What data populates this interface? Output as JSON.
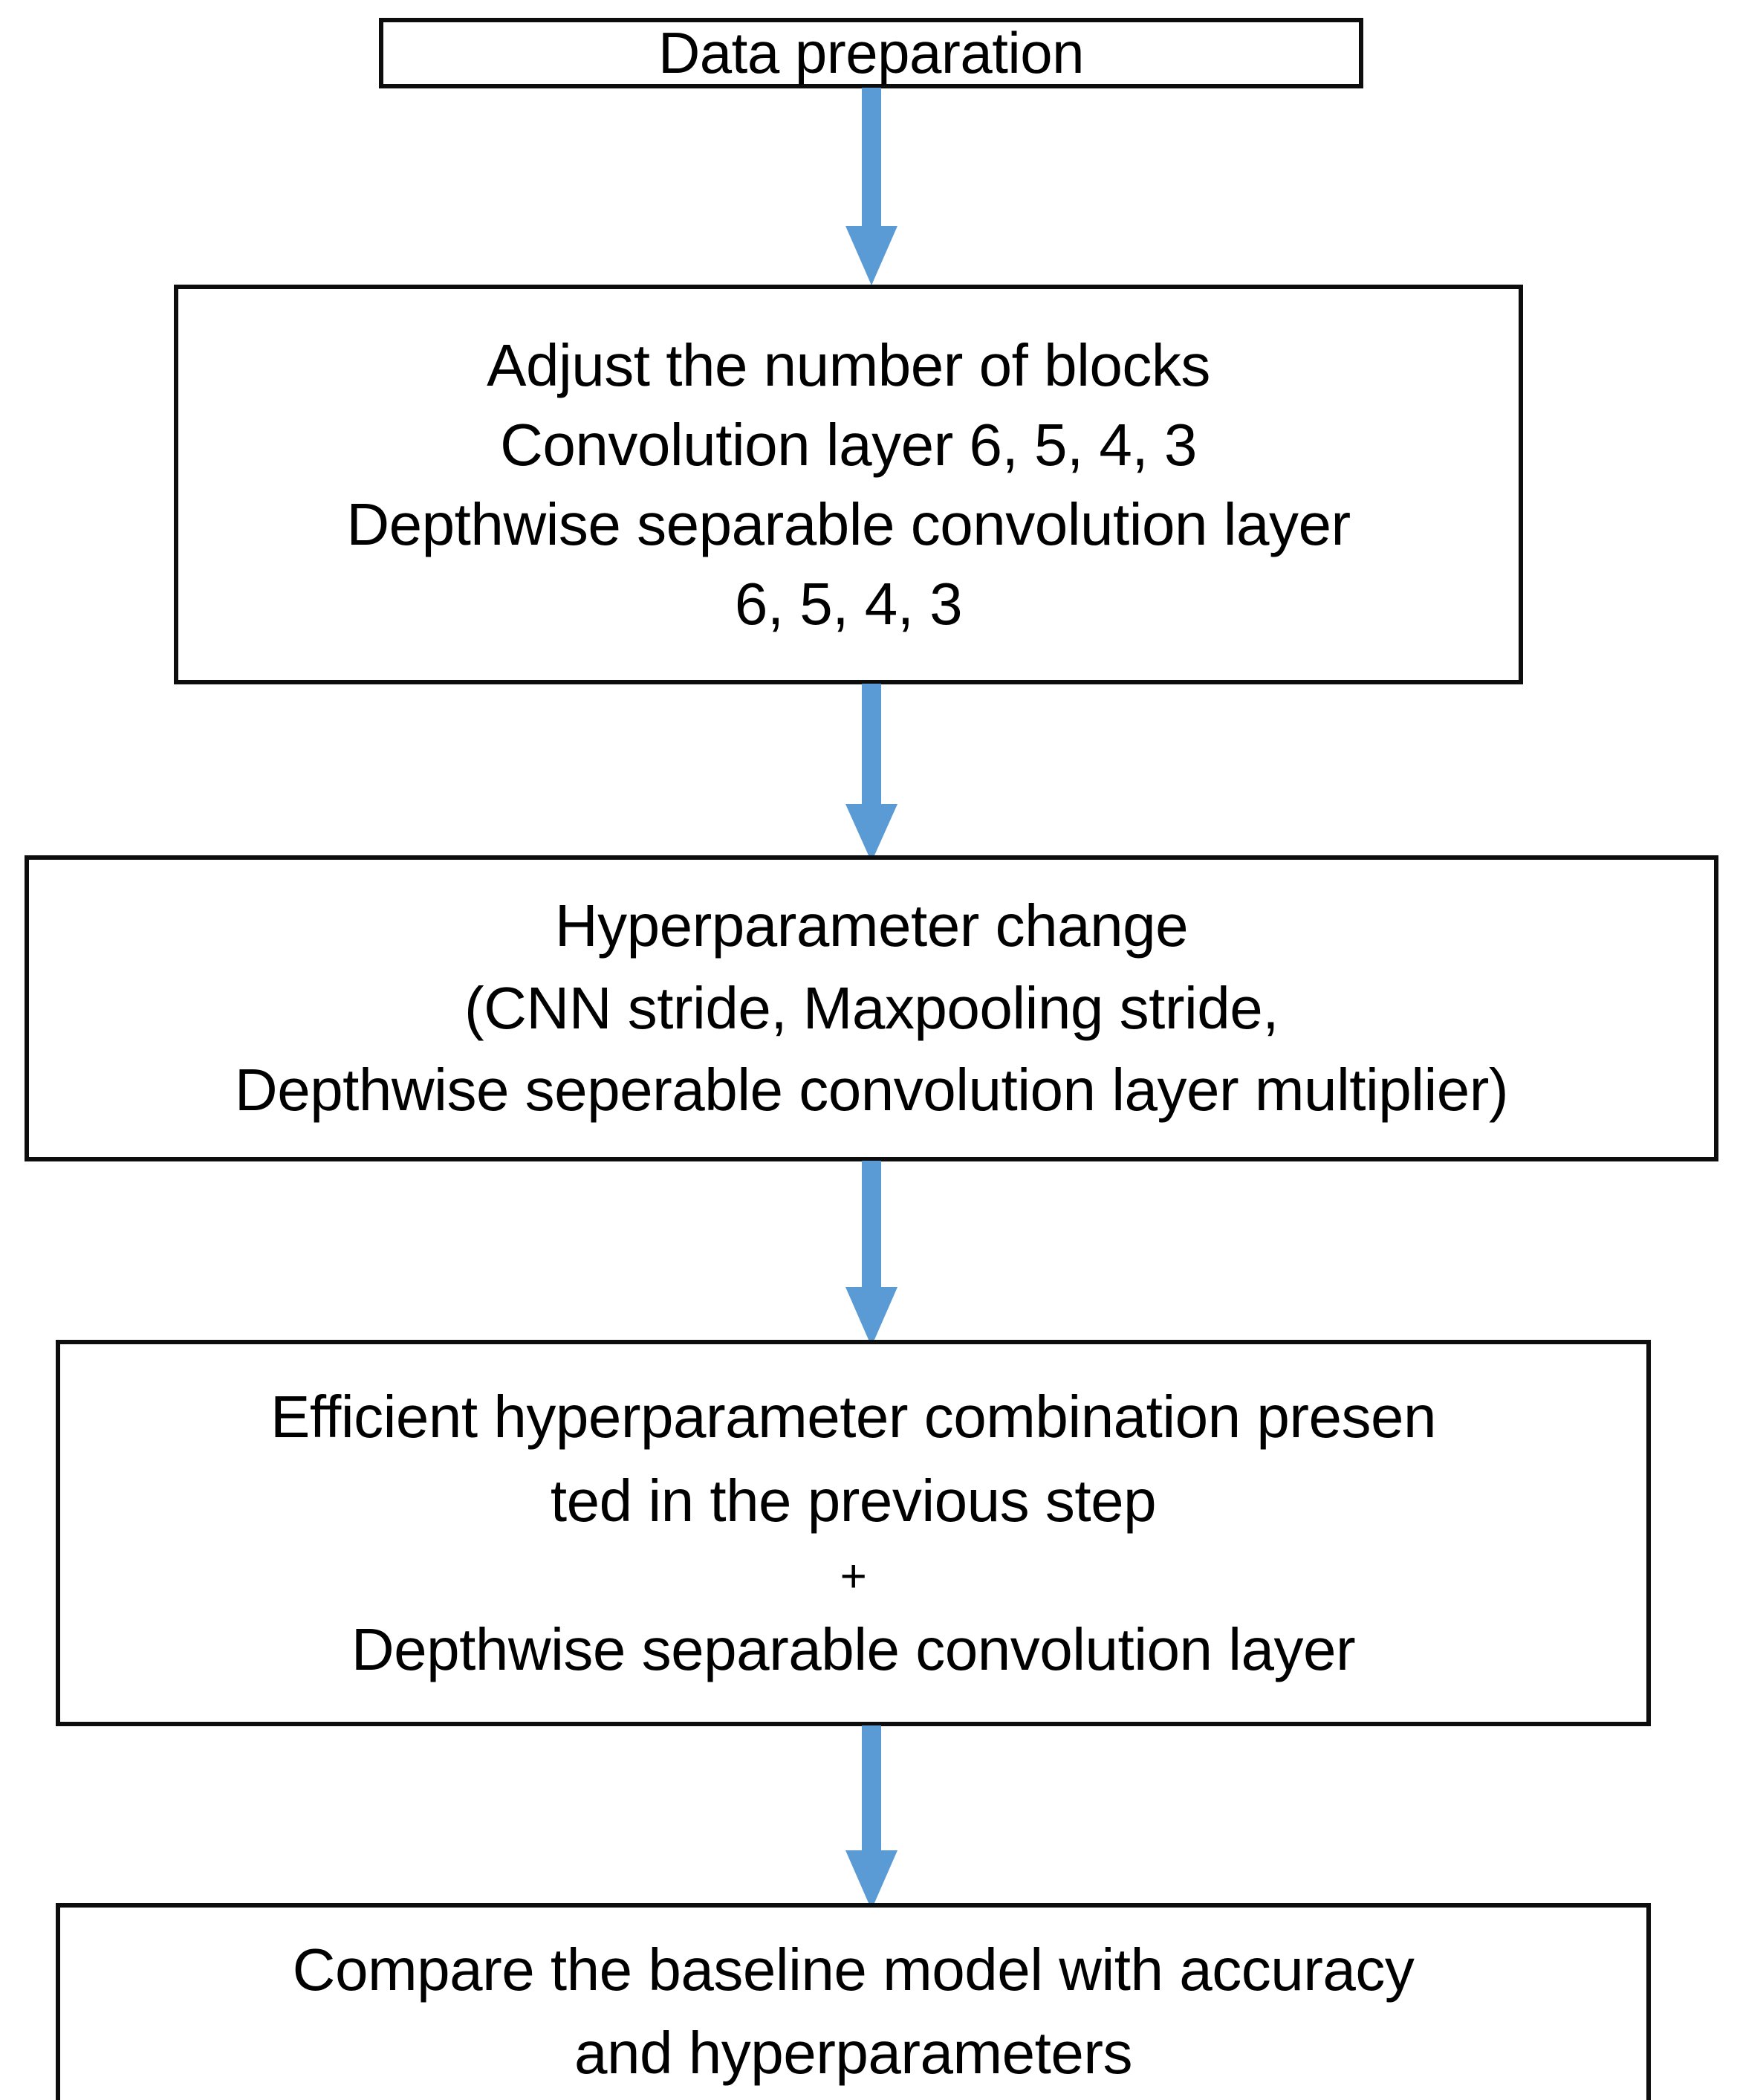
{
  "diagram": {
    "title": "Model optimization workflow flowchart",
    "accent_color": "#5B9BD5",
    "border_color": "#0D0D0D",
    "background_color": "#FFFFFF",
    "nodes": [
      {
        "id": "data-preparation",
        "lines": [
          "Data preparation"
        ]
      },
      {
        "id": "adjust-blocks",
        "lines": [
          "Adjust the number of blocks",
          "Convolution layer 6, 5, 4, 3",
          "Depthwise separable convolution layer",
          "6, 5, 4, 3"
        ]
      },
      {
        "id": "hyperparameter-change",
        "lines": [
          "Hyperparameter change",
          "(CNN stride, Maxpooling stride,",
          "Depthwise seperable convolution layer multiplier)"
        ]
      },
      {
        "id": "efficient-combination",
        "lines": [
          "Efficient hyperparameter combination presen",
          "ted in the previous step",
          "+",
          "Depthwise separable convolution layer"
        ]
      },
      {
        "id": "compare-baseline",
        "lines": [
          "Compare the baseline model with accuracy",
          "and hyperparameters"
        ]
      }
    ],
    "connectors": [
      {
        "id": "arrow-1",
        "from": "data-preparation",
        "to": "adjust-blocks",
        "direction": "down"
      },
      {
        "id": "arrow-2",
        "from": "adjust-blocks",
        "to": "hyperparameter-change",
        "direction": "down"
      },
      {
        "id": "arrow-3",
        "from": "hyperparameter-change",
        "to": "efficient-combination",
        "direction": "down"
      },
      {
        "id": "arrow-4",
        "from": "efficient-combination",
        "to": "compare-baseline",
        "direction": "down"
      }
    ]
  }
}
